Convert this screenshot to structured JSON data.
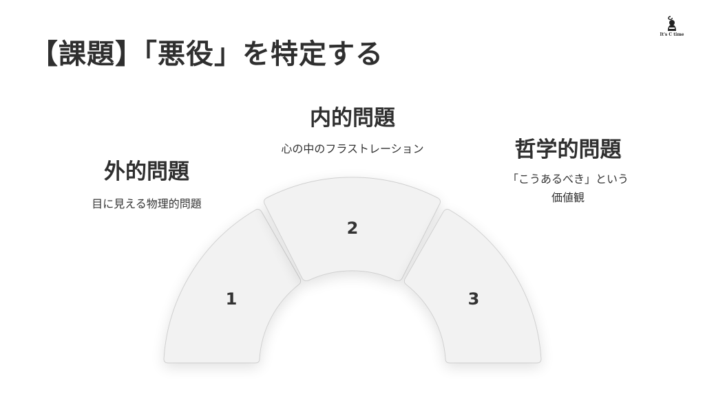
{
  "slide": {
    "title": "【課題】「悪役」を特定する"
  },
  "logo": {
    "text": "It's C time"
  },
  "categories": [
    {
      "number": "1",
      "heading": "外的問題",
      "description_lines": [
        "目に見える物理的問題"
      ]
    },
    {
      "number": "2",
      "heading": "内的問題",
      "description_lines": [
        "心の中のフラストレーション"
      ]
    },
    {
      "number": "3",
      "heading": "哲学的問題",
      "description_lines": [
        "「こうあるべき」という",
        "価値観"
      ]
    }
  ],
  "colors": {
    "segment_fill": "#f2f2f2",
    "segment_stroke": "#cfcfcf",
    "text": "#333333"
  }
}
